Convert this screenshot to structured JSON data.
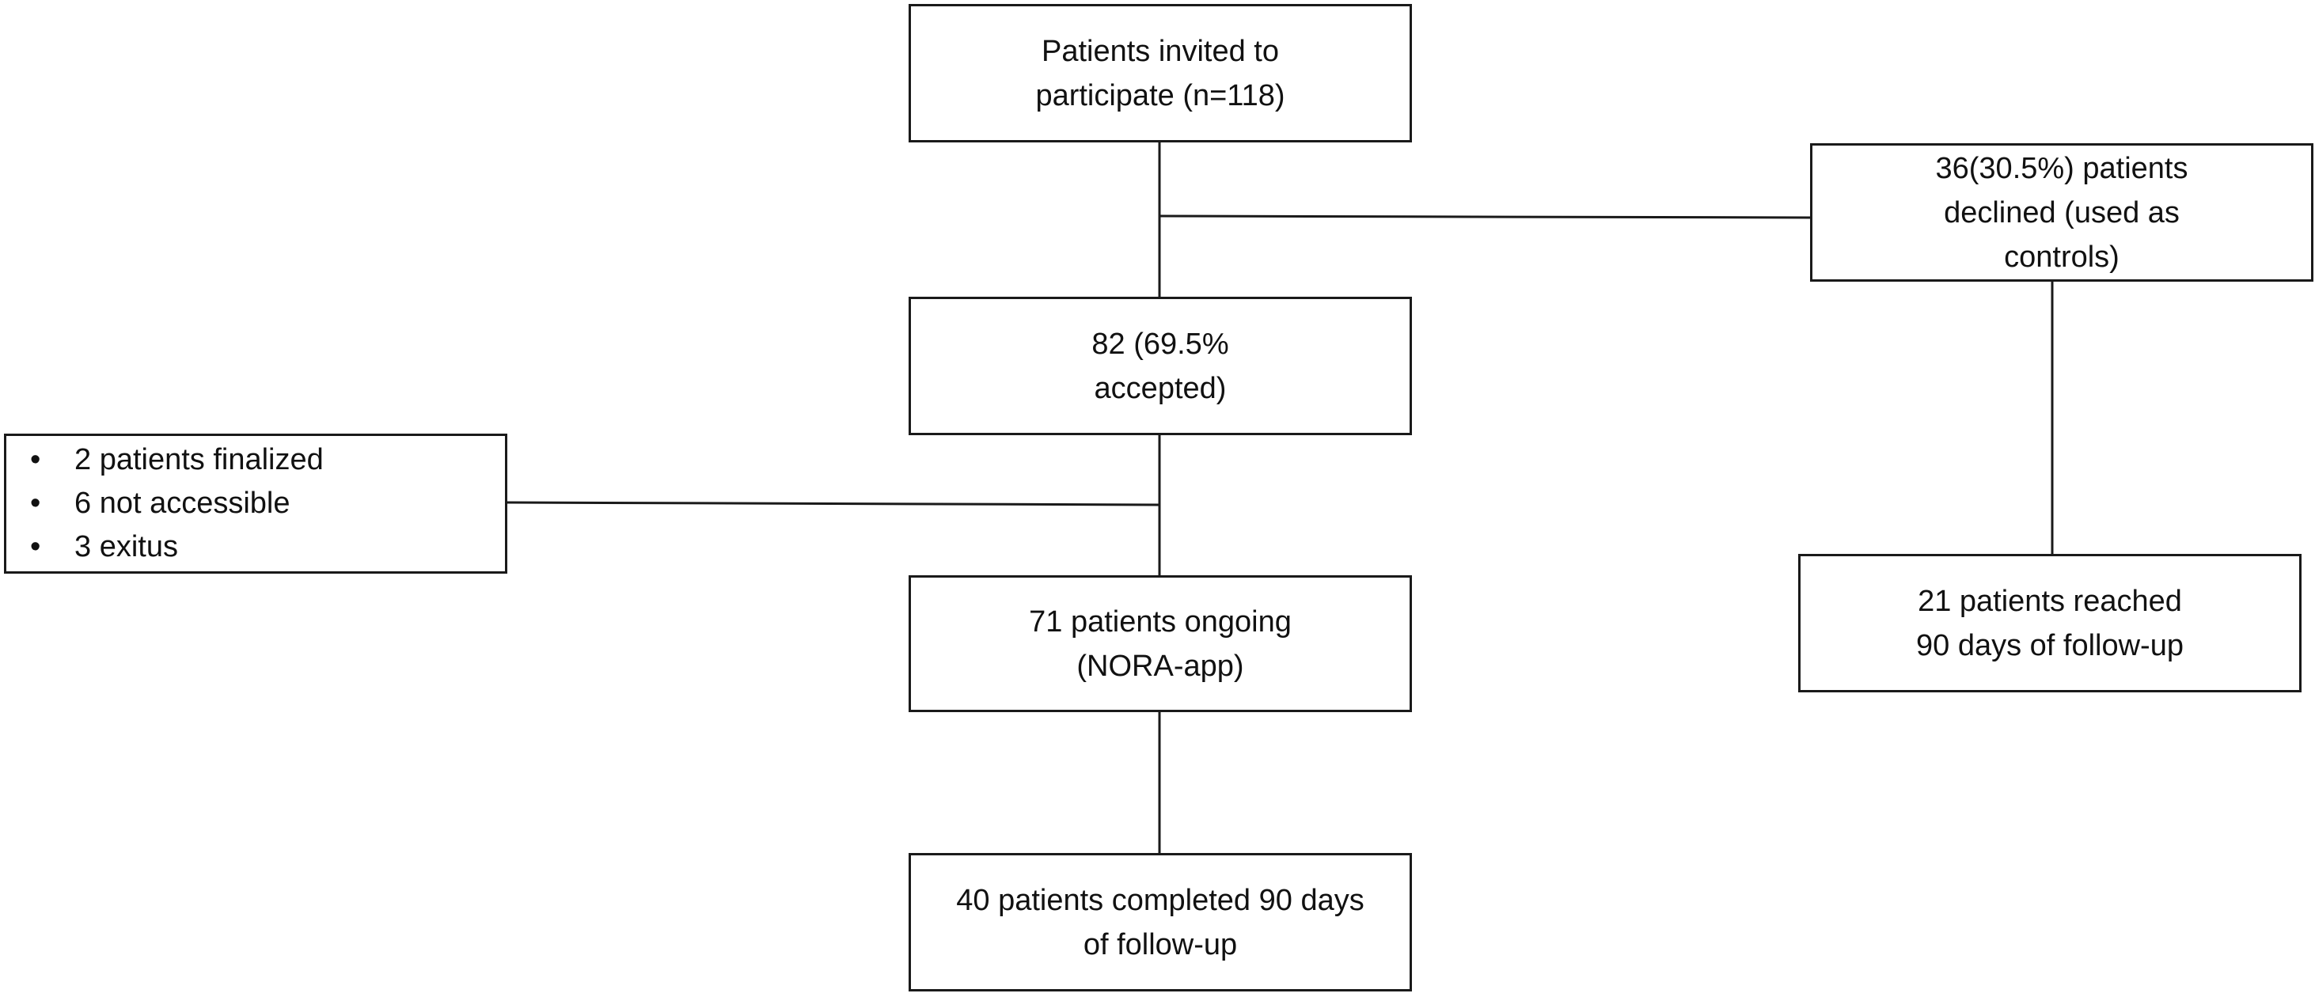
{
  "boxes": {
    "invited": {
      "text": "Patients invited to\nparticipate (n=118)"
    },
    "declined": {
      "text": "36(30.5%) patients\ndeclined (used as\ncontrols)"
    },
    "accepted": {
      "text": "82  (69.5%\naccepted)"
    },
    "excluded": {
      "items": [
        "2 patients finalized",
        "6 not accessible",
        "3 exitus"
      ]
    },
    "ongoing": {
      "text": "71 patients ongoing\n(NORA-app)"
    },
    "controls_followup": {
      "text": "21 patients reached\n90 days of follow-up"
    },
    "completed": {
      "text": "40 patients completed 90 days\nof follow-up"
    }
  },
  "colors": {
    "line": "#1a1a1a",
    "box_border": "#1a1a1a",
    "background": "#ffffff"
  }
}
